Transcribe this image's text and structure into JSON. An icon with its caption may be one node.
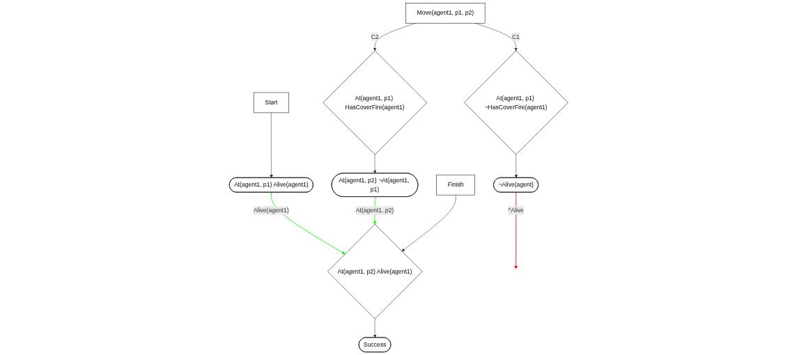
{
  "diagram": {
    "nodes": [
      {
        "text": [
          "Start"
        ]
      },
      {
        "text": [
          "At(agent1, p1) Alive(agent1)"
        ]
      },
      {
        "text": [
          "Move(agent1, p1, p2)"
        ]
      },
      {
        "text": [
          "At(agent1, p1) ¬HasCoverFire(agent1)"
        ]
      },
      {
        "text": [
          "At(agent1, p1) HasCoverFire(agent1)"
        ]
      },
      {
        "text": [
          "¬Alive(agent)"
        ]
      },
      {
        "text": [
          "At(agent1, p2) ¬At(agent1, p1)"
        ]
      },
      {
        "text": [
          "Finish"
        ]
      },
      {
        "text": [
          "At(agent1, p2) Alive(agent1)"
        ]
      },
      {
        "text": [
          "Success"
        ]
      }
    ],
    "edges": [
      {
        "from": 0,
        "to": 1,
        "arrow": "to"
      },
      {
        "from": 1,
        "to": 8,
        "arrow": "to",
        "label": "Alive(agent1)",
        "color": "#00ff00"
      },
      {
        "from": 5,
        "to": null,
        "arrow": "to",
        "label": "^Alive",
        "color": "#ff0000"
      },
      {
        "from": 2,
        "to": 3,
        "arrow": "to",
        "label": "C1"
      },
      {
        "from": 2,
        "to": 4,
        "arrow": "to",
        "label": "C2"
      },
      {
        "from": 3,
        "to": 5,
        "arrow": "to"
      },
      {
        "from": 4,
        "to": 6,
        "arrow": "to"
      },
      {
        "from": 6,
        "to": 8,
        "arrow": "to",
        "label": "At(agent1, p2)",
        "color": "#00ff00"
      },
      {
        "from": 7,
        "to": 8,
        "arrow": "to"
      },
      {
        "from": 8,
        "to": 9,
        "arrow": "to"
      }
    ]
  }
}
